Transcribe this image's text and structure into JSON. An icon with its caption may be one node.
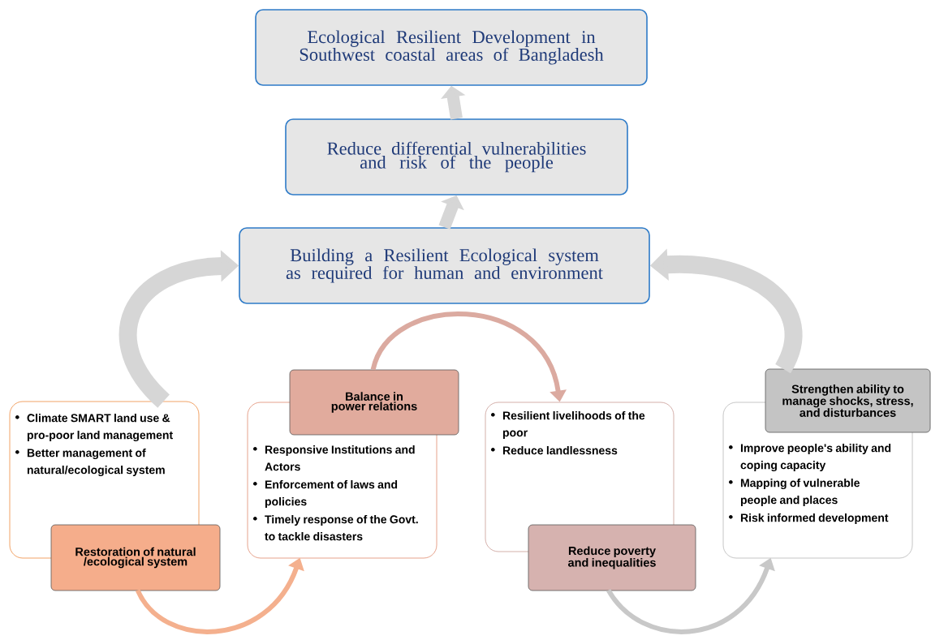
{
  "diagram": {
    "nodes": [
      {
        "text": [
          "Ecological Resilient Development in Southwest coastal areas of Bangladesh"
        ]
      },
      {
        "text": [
          "Reduce differential vulnerabilities and risk of the people"
        ]
      },
      {
        "text": [
          "Building a Resilient Ecological system as required for human and environment"
        ]
      },
      {
        "text": [
          "Climate SMART land use & pro-poor land management",
          "Better management of natural/ecological system"
        ]
      },
      {
        "text": [
          "Restoration of natural /ecological system"
        ]
      },
      {
        "text": [
          "Balance in power relations"
        ]
      },
      {
        "text": [
          "Responsive Institutions and Actors",
          "Enforcement of laws and policies",
          "Timely response of the Govt. to tackle disasters"
        ]
      },
      {
        "text": [
          "Resilient livelihoods of the poor",
          "Reduce landlessness"
        ]
      },
      {
        "text": [
          "Reduce poverty and inequalities"
        ]
      },
      {
        "text": [
          "Strengthen ability to manage shocks, stress, and disturbances"
        ]
      },
      {
        "text": [
          "Improve people's ability and coping capacity",
          "Mapping of vulnerable people and places",
          "Risk informed development"
        ]
      }
    ],
    "edges": [
      {
        "from": 2,
        "to": 1,
        "arrow": "to"
      },
      {
        "from": 1,
        "to": 0,
        "arrow": "to"
      },
      {
        "from": 3,
        "to": 2,
        "arrow": "to"
      },
      {
        "from": 9,
        "to": 2,
        "arrow": "to"
      },
      {
        "from": 4,
        "to": 6,
        "arrow": "to",
        "color": "#f4b08e"
      },
      {
        "from": 5,
        "to": 7,
        "arrow": "to",
        "color": "#dbaaa0"
      },
      {
        "from": 8,
        "to": 10,
        "arrow": "to",
        "color": "#c8c8c8"
      }
    ]
  }
}
